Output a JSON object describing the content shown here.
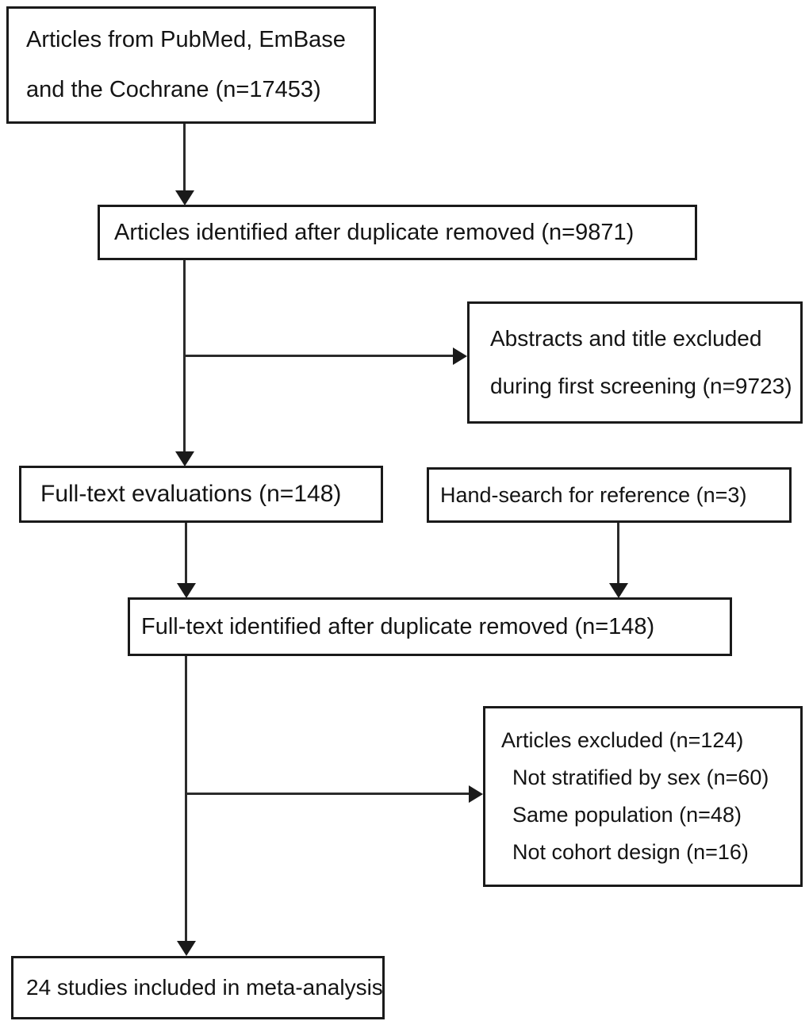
{
  "diagram": {
    "title": "PRISMA study selection flow diagram",
    "type": "flowchart",
    "colors": {
      "background": "#ffffff",
      "box_border": "#1a1a1a",
      "connector": "#2b2b2b",
      "text": "#141414"
    },
    "nodes": {
      "records_identified": {
        "line1": "Articles from PubMed, EmBase",
        "line2": "and the Cochrane (n=17453)",
        "count": 17453
      },
      "after_duplicates": {
        "line1": "Articles identified after duplicate removed (n=9871)",
        "count": 9871
      },
      "abstract_excluded": {
        "line1": "Abstracts and title excluded",
        "line2": "during first screening (n=9723)",
        "count": 9723
      },
      "fulltext_eval": {
        "line1": "Full-text evaluations (n=148)",
        "count": 148
      },
      "hand_search": {
        "line1": "Hand-search for reference (n=3)",
        "count": 3
      },
      "fulltext_identified": {
        "line1": "Full-text identified after duplicate removed (n=148)",
        "count": 148
      },
      "articles_excluded": {
        "line1": "Articles excluded (n=124)",
        "line2": "Not stratified by sex (n=60)",
        "line3": "Same population (n=48)",
        "line4": "Not cohort design (n=16)",
        "total": 124,
        "reasons": [
          {
            "label": "Not stratified by sex",
            "count": 60
          },
          {
            "label": "Same population",
            "count": 48
          },
          {
            "label": "Not cohort design",
            "count": 16
          }
        ]
      },
      "included_studies": {
        "line1": "24 studies included in meta-analysis",
        "count": 24
      }
    }
  }
}
